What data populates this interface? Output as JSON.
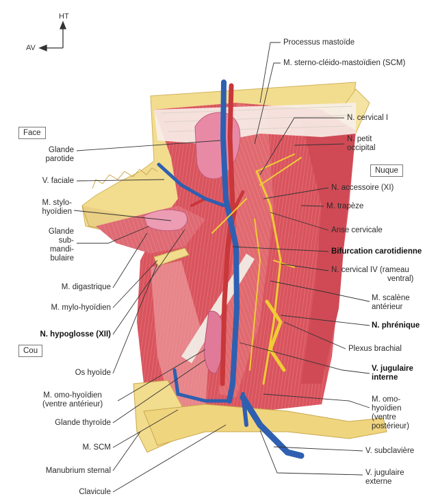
{
  "orientation": {
    "up": "HT",
    "front": "AV"
  },
  "regions": {
    "face": "Face",
    "nuque": "Nuque",
    "cou": "Cou"
  },
  "labels": {
    "processus_mastoide": "Processus mastoïde",
    "m_scm_full": "M. sterno-cléido-mastoïdien (SCM)",
    "glande_parotide_1": "Glande",
    "glande_parotide_2": "parotide",
    "v_faciale": "V. faciale",
    "m_stylo_1": "M. stylo-",
    "m_stylo_2": "hyoïdien",
    "glande_sm_1": "Glande",
    "glande_sm_2": "sub-",
    "glande_sm_3": "mandi-",
    "glande_sm_4": "bulaire",
    "m_digastrique": "M. digastrique",
    "m_mylo": "M. mylo-hyoïdien",
    "n_hypoglosse": "N. hypoglosse (XII)",
    "os_hyoide": "Os hyoïde",
    "m_omo_ant_1": "M. omo-hyoïdien",
    "m_omo_ant_2": "(ventre antérieur)",
    "glande_thyroide": "Glande thyroïde",
    "m_scm_short": "M. SCM",
    "manubrium": "Manubrium sternal",
    "clavicule": "Clavicule",
    "n_cervical_1": "N. cervical I",
    "n_petit_occ_1": "N. petit",
    "n_petit_occ_2": "occipital",
    "n_accessoire": "N. accessoire (XI)",
    "m_trapeze": "M. trapèze",
    "anse_cervicale": "Anse cervicale",
    "bifurcation": "Bifurcation carotidienne",
    "n_cervical_4_1": "N. cervical IV (rameau",
    "n_cervical_4_2": "ventral)",
    "m_scalene_1": "M. scalène",
    "m_scalene_2": "antérieur",
    "n_phrenique": "N. phrénique",
    "plexus_brachial": "Plexus brachial",
    "v_jug_int_1": "V. jugulaire",
    "v_jug_int_2": "interne",
    "m_omo_post_1": "M. omo-",
    "m_omo_post_2": "hyoïdien",
    "m_omo_post_3": "(ventre",
    "m_omo_post_4": "postérieur)",
    "v_subclaviere": "V. subclavière",
    "v_jug_ext_1": "V. jugulaire",
    "v_jug_ext_2": "externe"
  },
  "colors": {
    "muscle": "#d9545e",
    "muscle_light": "#ea8f8f",
    "bone": "#f2dc8e",
    "vein": "#2f5fb0",
    "artery": "#c8373a",
    "nerve": "#f0cc35",
    "gland": "#e58aa4",
    "leader": "#333333"
  }
}
